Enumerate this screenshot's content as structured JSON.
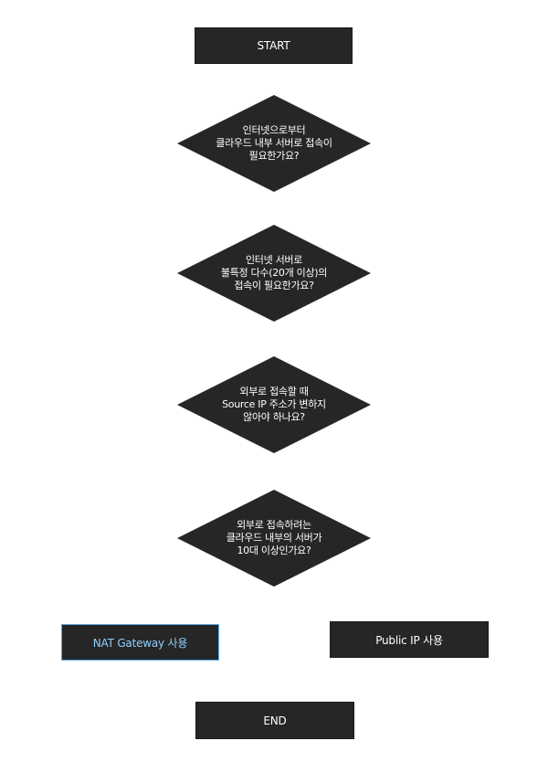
{
  "flowchart": {
    "start": {
      "label": "START"
    },
    "decisions": [
      {
        "text": "인터넷으로부터\n클라우드 내부 서버로 접속이\n필요한가요?"
      },
      {
        "text": "인터넷 서버로\n불특정 다수(20개 이상)의\n접속이 필요한가요?"
      },
      {
        "text": "외부로 접속할 때\nSource IP 주소가 변하지\n않아야 하나요?"
      },
      {
        "text": "외부로 접속하려는\n클라우드 내부의 서버가\n10대 이상인가요?"
      }
    ],
    "results": [
      {
        "label": "NAT Gateway 사용"
      },
      {
        "label": "Public IP 사용"
      }
    ],
    "end": {
      "label": "END"
    }
  },
  "colors": {
    "shape_fill": "#262626",
    "text": "#ffffff",
    "highlight_text": "#8fd0ff",
    "highlight_border": "#5aa9e6"
  }
}
